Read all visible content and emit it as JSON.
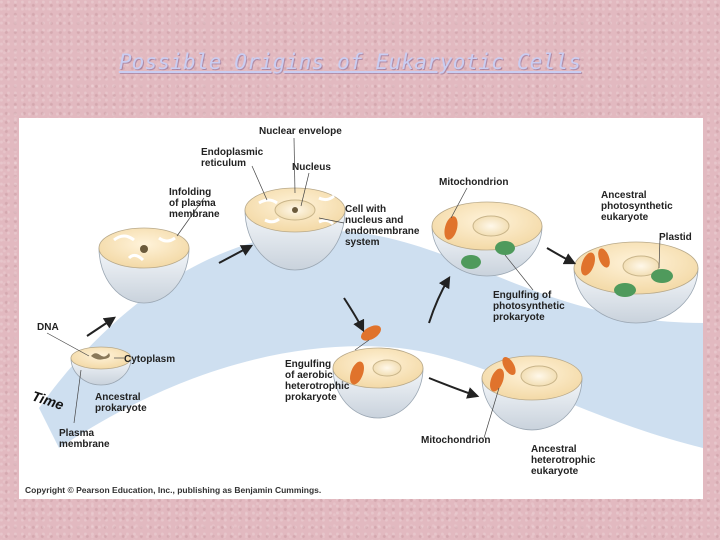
{
  "slide": {
    "title": "Possible Origins of Eukaryotic Cells"
  },
  "figure": {
    "labels": {
      "nuclear_envelope": "Nuclear envelope",
      "endoplasmic_reticulum": [
        "Endoplasmic",
        "reticulum"
      ],
      "nucleus": "Nucleus",
      "infolding": [
        "Infolding",
        "of plasma",
        "membrane"
      ],
      "cell_with_nucleus": [
        "Cell with",
        "nucleus and",
        "endomembrane",
        "system"
      ],
      "mitochondrion_top": "Mitochondrion",
      "ancestral_photosynthetic": [
        "Ancestral",
        "photosynthetic",
        "eukaryote"
      ],
      "plastid": "Plastid",
      "dna": "DNA",
      "cytoplasm": "Cytoplasm",
      "engulfing_photosynthetic": [
        "Engulfing of",
        "photosynthetic",
        "prokaryote"
      ],
      "engulfing_aerobic": [
        "Engulfing",
        "of aerobic",
        "heterotrophic",
        "prokaryote"
      ],
      "ancestral_prokaryote": [
        "Ancestral",
        "prokaryote"
      ],
      "time": "Time",
      "plasma_membrane": [
        "Plasma",
        "membrane"
      ],
      "mitochondrion_bottom": "Mitochondrion",
      "ancestral_heterotrophic": [
        "Ancestral",
        "heterotrophic",
        "eukaryote"
      ]
    },
    "copyright": "Copyright © Pearson Education, Inc., publishing as Benjamin Cummings.",
    "colors": {
      "band": "#c9dcee",
      "cytoplasm": "#fbe7c2",
      "membrane_side": "#e3e8ee",
      "mitochondrion": "#e0732c",
      "plastid": "#4f9a5c",
      "arrow": "#222222"
    }
  }
}
